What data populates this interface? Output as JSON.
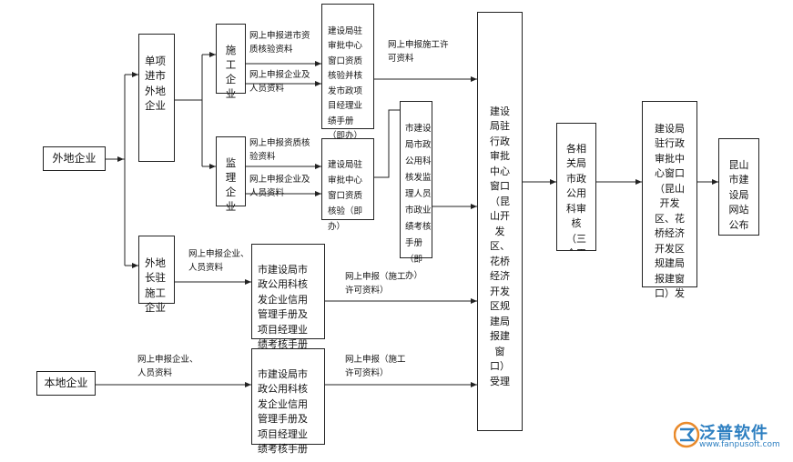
{
  "nodes": {
    "foreign_company": "外地企业",
    "local_company": "本地企业",
    "single_project": "单项\n进市\n外地\n企业",
    "construction_company": "施\n工\n企\n业",
    "supervision_company": "监\n理\n企\n业",
    "resident_company": "外地\n长驻\n施工\n企业",
    "window_qualification_project": "建设局驻\n审批中心\n窗口资质\n核验并核\n发市政项\n目经理业\n绩手册\n（即办）",
    "window_qualification_verify": "建设局驻\n审批中心\n窗口资质\n核验（即\n办）",
    "municipal_supervisor_manual": "市建设\n局市政\n公用科\n核发监\n理人员\n市政业\n绩考核\n手册\n（即\n办）",
    "municipal_credit_manual_1": "市建设局市\n政公用科核\n发企业信用\n管理手册及\n项目经理业\n绩考核手册",
    "municipal_credit_manual_2": "市建设局市\n政公用科核\n发企业信用\n管理手册及\n项目经理业\n绩考核手册",
    "bureau_window_accept": "建设\n局驻\n行政\n审批\n中心\n窗口\n（昆\n山开\n发\n区、\n花桥\n经济\n开发\n区规\n建局\n报建\n窗\n口）\n受理",
    "municipal_review": "各相\n关局\n市政\n公用\n科审\n核\n（三\n个工",
    "bureau_window_issue": "建设局\n驻行政\n审批中\n心窗口\n（昆山\n开发\n区、花\n桥经济\n开发区\n规建局\n报建窗\n口）发",
    "website_publish": "昆山\n市建\n设局\n网站\n公布"
  },
  "labels": {
    "online_qualification_check": "网上申报进市资\n质核验资料",
    "online_company_personnel_1": "网上申报企业及\n人员资料",
    "online_qualification_check_2": "网上申报资质核\n验资料",
    "online_company_personnel_2": "网上申报企业及\n人员资料",
    "online_company_personnel_3": "网上申报企业、\n人员资料",
    "online_company_personnel_4": "网上申报企业、\n人员资料",
    "online_construction_permit_1": "网上申报施工许\n可资料",
    "online_construction_permit_2": "网上申报（施工\n许可资料）",
    "online_construction_permit_3": "网上申报（施工\n许可资料）"
  },
  "logo": {
    "name": "泛普软件",
    "url": "www.fanpusoft.com"
  }
}
